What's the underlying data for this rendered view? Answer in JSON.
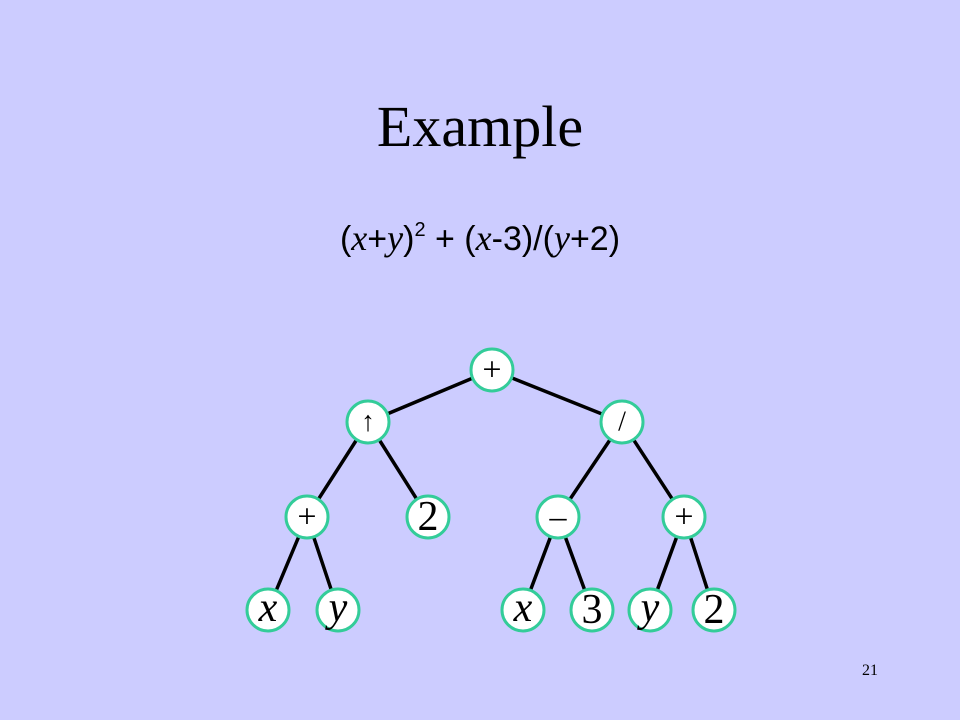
{
  "slide": {
    "title": "Example",
    "page_number": "21"
  },
  "expression": {
    "part1": "(",
    "x1": "x",
    "part2": "+",
    "y1": "y",
    "part3": ")",
    "exponent": "2",
    "part4": " + (",
    "x2": "x",
    "part5": "-3)/(",
    "y2": "y",
    "part6": "+2)"
  },
  "tree": {
    "node_fill": "#ffffff",
    "node_stroke": "#33cc99",
    "edge_color": "#000000",
    "nodes": [
      {
        "id": "root-plus",
        "label": "+",
        "kind": "op"
      },
      {
        "id": "power",
        "label": "↑",
        "kind": "small"
      },
      {
        "id": "divide",
        "label": "/",
        "kind": "small"
      },
      {
        "id": "left-plus",
        "label": "+",
        "kind": "op"
      },
      {
        "id": "two-a",
        "label": "2",
        "kind": "num"
      },
      {
        "id": "minus",
        "label": "–",
        "kind": "op"
      },
      {
        "id": "right-plus",
        "label": "+",
        "kind": "op"
      },
      {
        "id": "x-a",
        "label": "x",
        "kind": "var"
      },
      {
        "id": "y-a",
        "label": "y",
        "kind": "var"
      },
      {
        "id": "x-b",
        "label": "x",
        "kind": "var"
      },
      {
        "id": "three",
        "label": "3",
        "kind": "num"
      },
      {
        "id": "y-b",
        "label": "y",
        "kind": "var"
      },
      {
        "id": "two-b",
        "label": "2",
        "kind": "num"
      }
    ],
    "edges": [
      [
        "root-plus",
        "power"
      ],
      [
        "root-plus",
        "divide"
      ],
      [
        "power",
        "left-plus"
      ],
      [
        "power",
        "two-a"
      ],
      [
        "divide",
        "minus"
      ],
      [
        "divide",
        "right-plus"
      ],
      [
        "left-plus",
        "x-a"
      ],
      [
        "left-plus",
        "y-a"
      ],
      [
        "minus",
        "x-b"
      ],
      [
        "minus",
        "three"
      ],
      [
        "right-plus",
        "y-b"
      ],
      [
        "right-plus",
        "two-b"
      ]
    ]
  }
}
